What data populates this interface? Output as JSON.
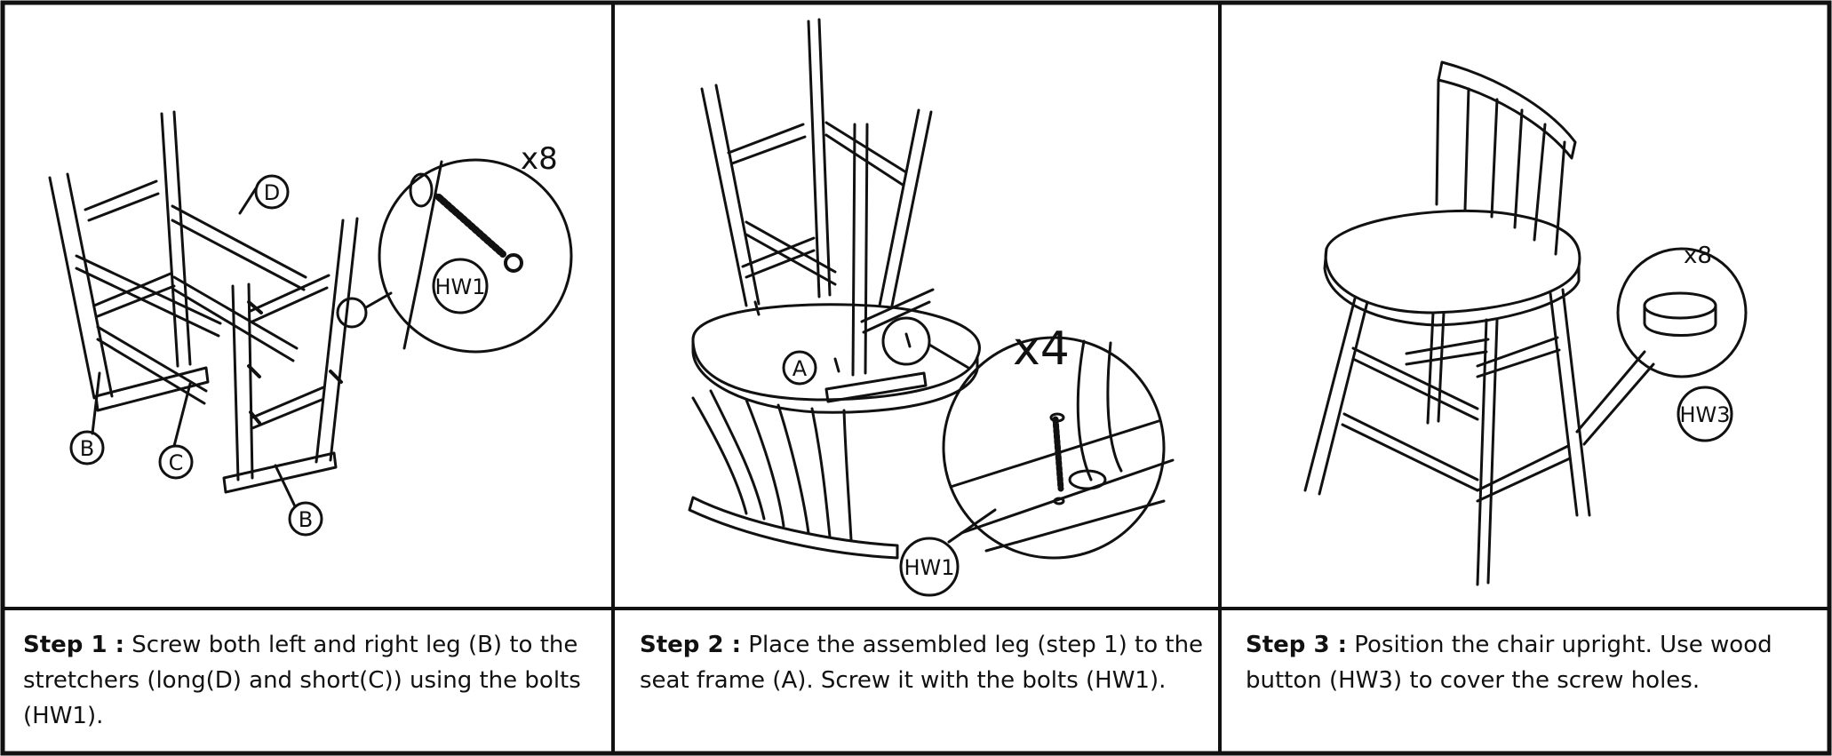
{
  "steps": [
    {
      "label": "Step 1 :",
      "text": " Screw both left and right leg (B) to the stretchers (long(D) and short(C)) using the bolts (HW1).",
      "callouts": {
        "d": "D",
        "b1": "B",
        "c": "C",
        "b2": "B",
        "qty": "x8",
        "hw": "HW1"
      }
    },
    {
      "label": "Step 2 :",
      "text": " Place the assembled leg (step 1) to the seat frame (A). Screw it with the bolts (HW1).",
      "callouts": {
        "a": "A",
        "qty": "x4",
        "hw": "HW1"
      }
    },
    {
      "label": "Step 3 :",
      "text": " Position the chair upright. Use wood button (HW3) to cover the screw holes.",
      "callouts": {
        "qty": "x8",
        "hw": "HW3"
      }
    }
  ]
}
